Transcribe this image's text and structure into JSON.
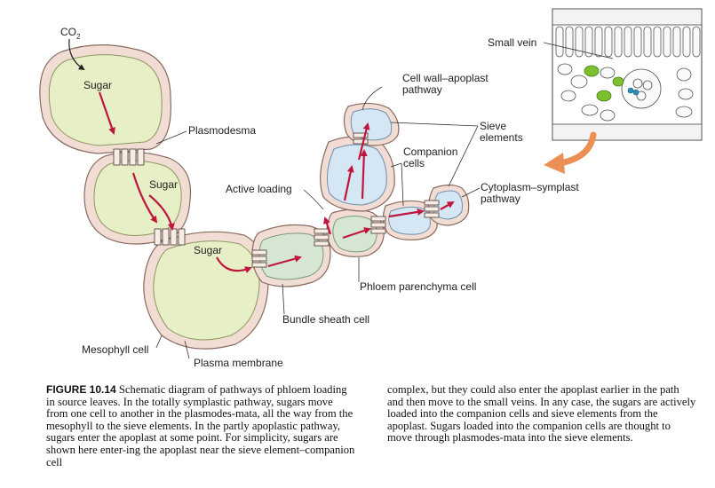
{
  "labels": {
    "co2": "CO",
    "co2_sub": "2",
    "sugar": "Sugar",
    "plasmodesma": "Plasmodesma",
    "active_loading": "Active loading",
    "cell_wall_apoplast_pathway": [
      "Cell wall–apoplast",
      "pathway"
    ],
    "sieve_elements": [
      "Sieve",
      "elements"
    ],
    "companion_cells": [
      "Companion",
      "cells"
    ],
    "cytoplasm_symplast_pathway": [
      "Cytoplasm–symplast",
      "pathway"
    ],
    "small_vein": "Small vein",
    "phloem_parenchyma_cell": "Phloem parenchyma cell",
    "bundle_sheath_cell": "Bundle sheath cell",
    "mesophyll_cell": "Mesophyll cell",
    "plasma_membrane": "Plasma membrane"
  },
  "caption": {
    "figure_label": "FIGURE 10.14",
    "left_text": "Schematic diagram of pathways of phloem loading in source leaves. In the totally symplastic pathway, sugars move from one cell to another in the plasmodes-mata, all the way from the mesophyll to the sieve elements. In the partly apoplastic pathway, sugars enter the apoplast at some point. For simplicity, sugars are shown here enter-ing the apoplast near the sieve element–companion cell",
    "right_text": "complex, but they could also enter the apoplast earlier in the path and then move to the small veins. In any case, the sugars are actively loaded into the companion cells and sieve elements from the apoplast. Sugars loaded into the companion cells are thought to move through plasmodes-mata into the sieve elements."
  },
  "colors": {
    "cell_wall": "#f1ddd3",
    "mesophyll_fill": "#e7efc6",
    "sheath_fill": "#d5e7d2",
    "sieve_fill": "#d5e7f4",
    "arrow": "#c0163e",
    "orange_arrow": "#ec8f55",
    "vein_green": "#7cbf2f"
  }
}
